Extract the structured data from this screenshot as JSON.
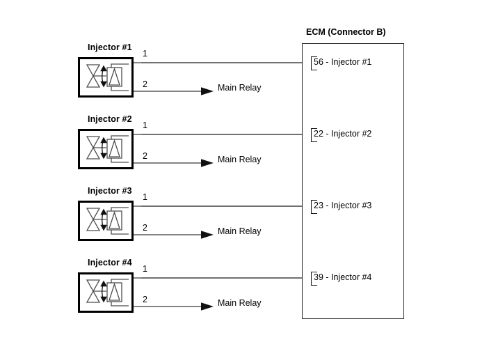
{
  "diagram": {
    "title_ecm": "ECM (Connector B)",
    "pin_label_1": "1",
    "pin_label_2": "2",
    "relay_label": "Main Relay",
    "injectors": [
      {
        "title": "Injector #1",
        "pin1": "1",
        "pin2": "2",
        "relay": "Main Relay"
      },
      {
        "title": "Injector #2",
        "pin1": "1",
        "pin2": "2",
        "relay": "Main Relay"
      },
      {
        "title": "Injector #3",
        "pin1": "1",
        "pin2": "2",
        "relay": "Main Relay"
      },
      {
        "title": "Injector #4",
        "pin1": "1",
        "pin2": "2",
        "relay": "Main Relay"
      }
    ],
    "ecm_pins": [
      {
        "number": "56",
        "label": "56 - Injector #1"
      },
      {
        "number": "22",
        "label": "22 - Injector #2"
      },
      {
        "number": "23",
        "label": "23 - Injector #3"
      },
      {
        "number": "39",
        "label": "39 - Injector #4"
      }
    ],
    "colors": {
      "line": "#1a1a1a",
      "wire": "#3a3a3a",
      "box_border": "#000000",
      "background": "#ffffff"
    }
  }
}
